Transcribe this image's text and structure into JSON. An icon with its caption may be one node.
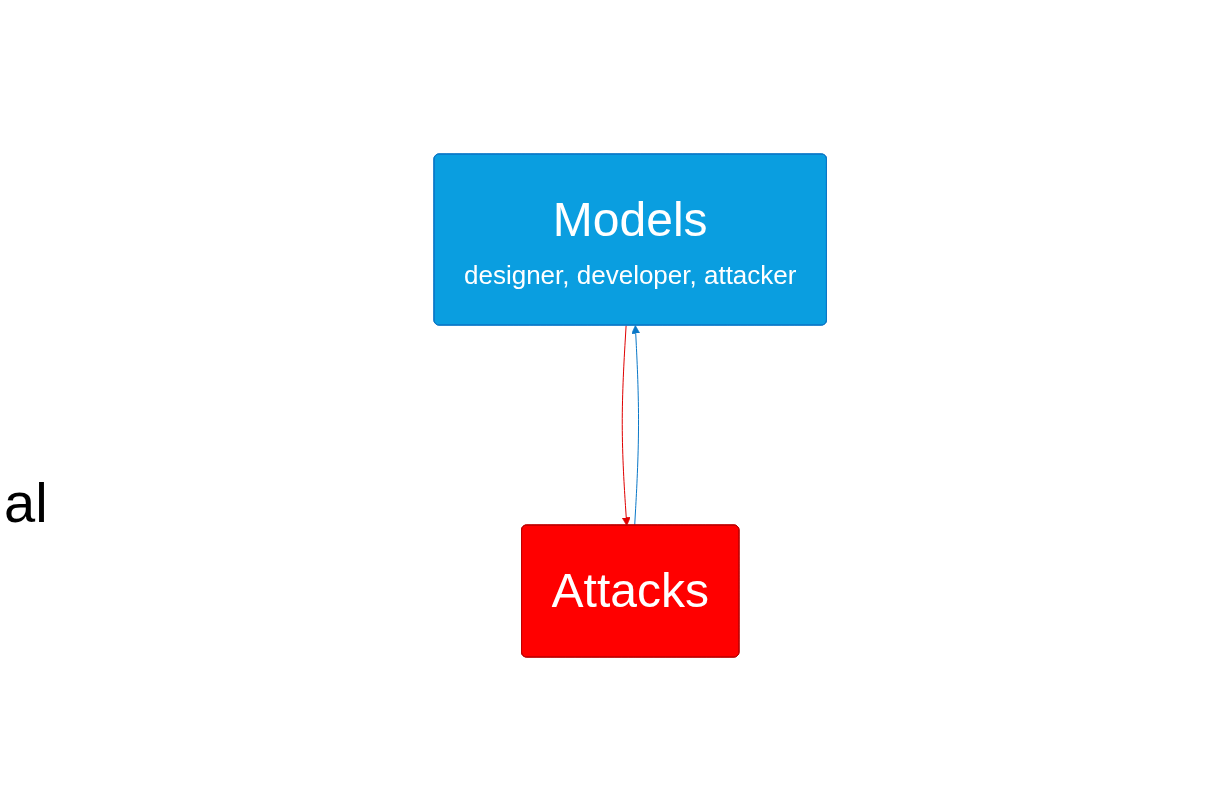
{
  "diagram": {
    "nodes": [
      {
        "text": [
          "Models",
          "designer, developer, attacker"
        ]
      },
      {
        "text": [
          "Attacks"
        ]
      }
    ],
    "edges": [
      {
        "from": 0,
        "to": 1,
        "arrow": "to",
        "color": "#e00000"
      },
      {
        "from": 1,
        "to": 0,
        "arrow": "to",
        "color": "#0a78c8"
      }
    ],
    "labels": [
      "al"
    ]
  }
}
